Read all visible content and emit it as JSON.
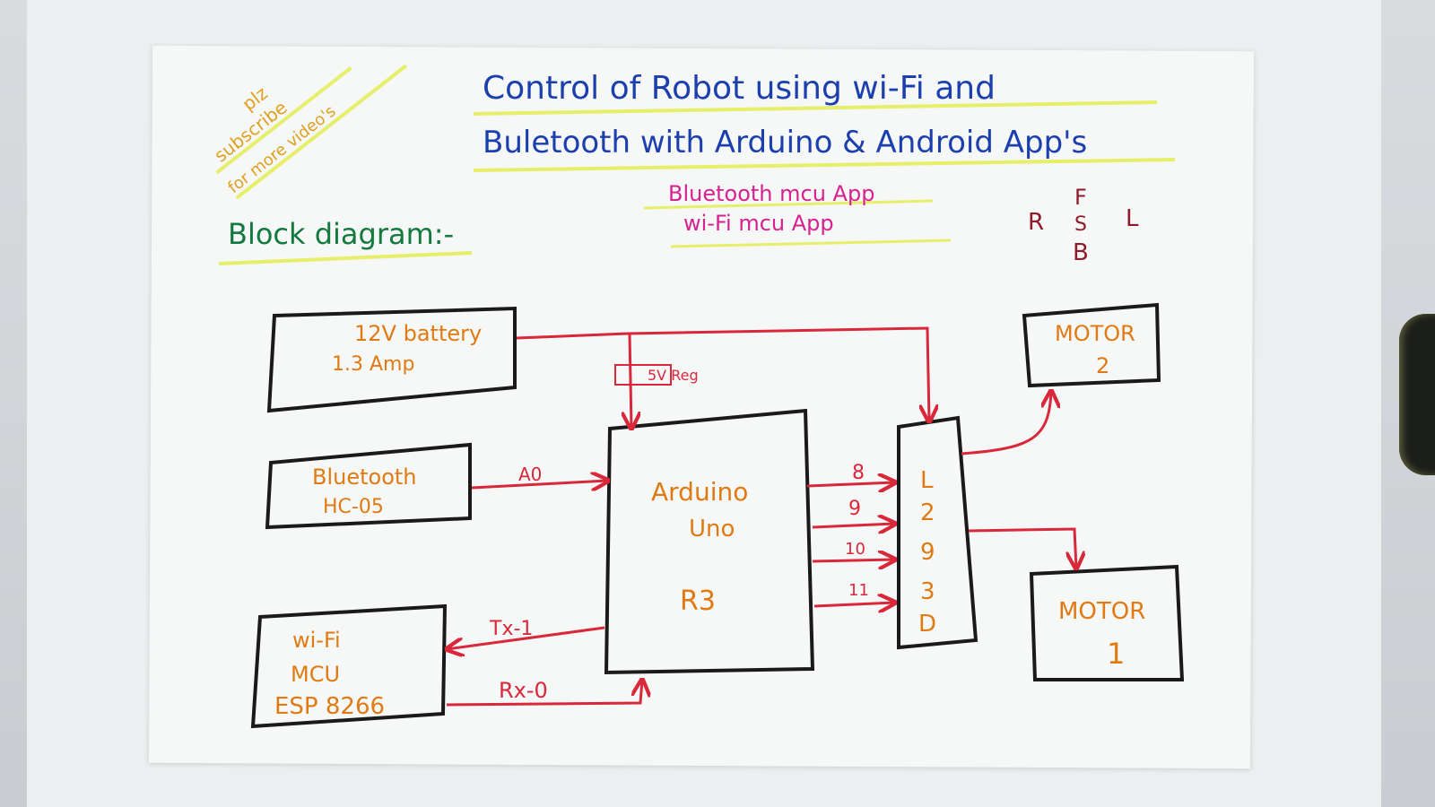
{
  "sticky_note": {
    "line1": "plz",
    "line2": "subscribe",
    "line3": "for more video's"
  },
  "title": {
    "line1": "Control of Robot using wi-Fi and",
    "line2": "Buletooth with Arduino & Android App's"
  },
  "apps": {
    "app1": "Bluetooth mcu App",
    "app2": "wi-Fi mcu App"
  },
  "block_heading": "Block diagram:-",
  "direction_legend": {
    "forward": "F",
    "stop": "S",
    "backward": "B",
    "right": "R",
    "left": "L"
  },
  "blocks": {
    "battery": {
      "line1": "12V battery",
      "line2": "1.3 Amp"
    },
    "regulator": {
      "label": "5V Reg"
    },
    "bluetooth": {
      "line1": "Bluetooth",
      "line2": "HC-05"
    },
    "wifi": {
      "line1": "wi-Fi",
      "line2": "MCU",
      "line3": "ESP 8266"
    },
    "arduino": {
      "line1": "Arduino",
      "line2": "Uno",
      "line3": "R3"
    },
    "driver": {
      "chars": [
        "L",
        "2",
        "9",
        "3",
        "D"
      ]
    },
    "motor2": {
      "line1": "MOTOR",
      "line2": "2"
    },
    "motor1": {
      "line1": "MOTOR",
      "line2": "1"
    }
  },
  "wire_labels": {
    "bt_to_arduino": "A0",
    "tx": "Tx-1",
    "rx": "Rx-0",
    "pin8": "8",
    "pin9": "9",
    "pin10": "10",
    "pin11": "11"
  },
  "colors": {
    "ink_black": "#1a1a1a",
    "ink_red": "#d8283a",
    "ink_orange": "#e07a12",
    "ink_blue": "#1c3fae",
    "ink_green": "#127a3e",
    "ink_magenta": "#d6218f",
    "ink_maroon": "#8e1a2a",
    "highlight_yellow": "#e6ef6a"
  }
}
